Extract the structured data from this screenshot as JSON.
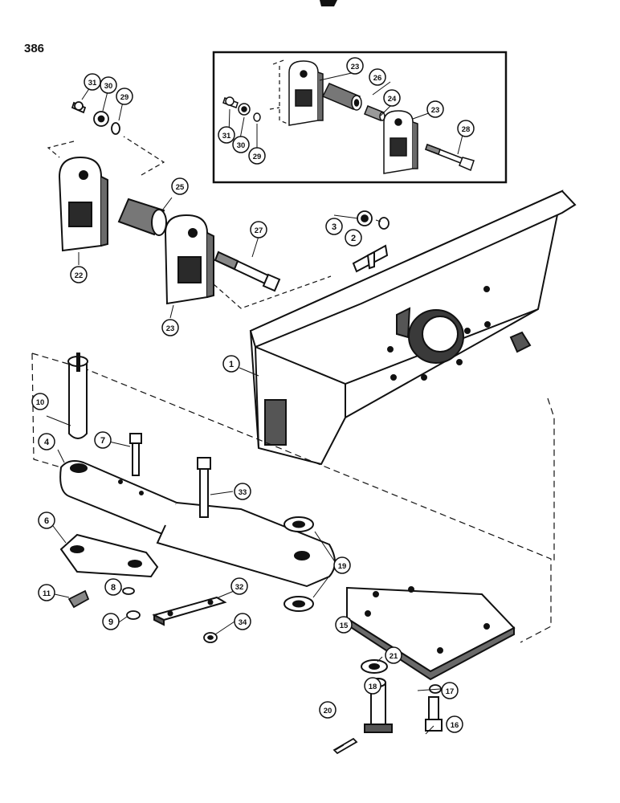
{
  "page": {
    "number": "386"
  },
  "callouts": [
    "1",
    "2",
    "3",
    "4",
    "6",
    "7",
    "8",
    "9",
    "10",
    "11",
    "15",
    "16",
    "17",
    "18",
    "19",
    "20",
    "21",
    "22",
    "23",
    "24",
    "25",
    "26",
    "27",
    "28",
    "29",
    "30",
    "31",
    "32",
    "33",
    "34"
  ],
  "colors": {
    "ink": "#111111",
    "paper": "#ffffff",
    "shade": "#6a6a6a",
    "dark": "#2a2a2a"
  }
}
